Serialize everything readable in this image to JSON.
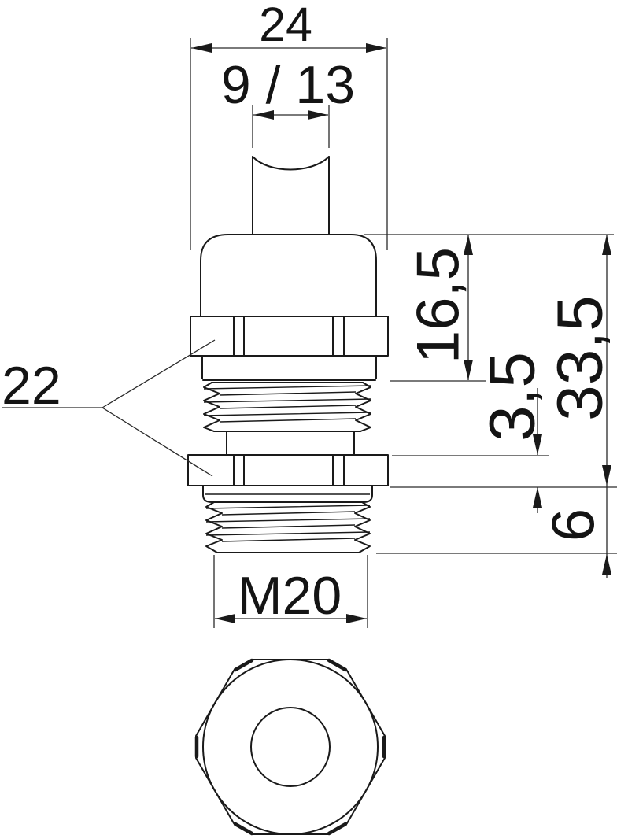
{
  "drawing": {
    "kind": "technical-drawing",
    "subject": "cable-gland-with-locknut",
    "views": {
      "side_view": "front elevation with threads",
      "bottom_view": "hexagon with bore circles"
    }
  },
  "dims": {
    "width_top": "24",
    "clamp_range": "9 / 13",
    "wrench_size": "22",
    "cap_height": "16,5",
    "lock_nut_height": "3,5",
    "overall_length": "33,5",
    "thread_length": "6",
    "thread_size": "M20"
  },
  "colors": {
    "ink": "#1a1a1a",
    "background": "#ffffff"
  }
}
